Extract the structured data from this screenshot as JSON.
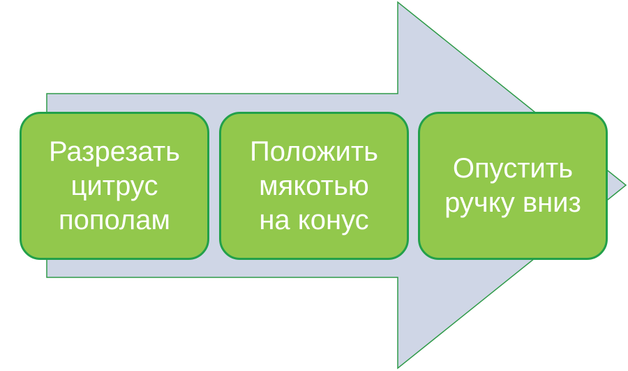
{
  "colors": {
    "arrow_fill": "#cfd6e6",
    "arrow_stroke": "#2e9a48",
    "box_fill": "#92c84c",
    "box_border": "#22a04a",
    "text": "#ffffff"
  },
  "steps": [
    {
      "label": "Разрезать\nцитрус\nпополам"
    },
    {
      "label": "Положить\nмякотью\nна конус"
    },
    {
      "label": "Опустить\nручку вниз"
    }
  ]
}
